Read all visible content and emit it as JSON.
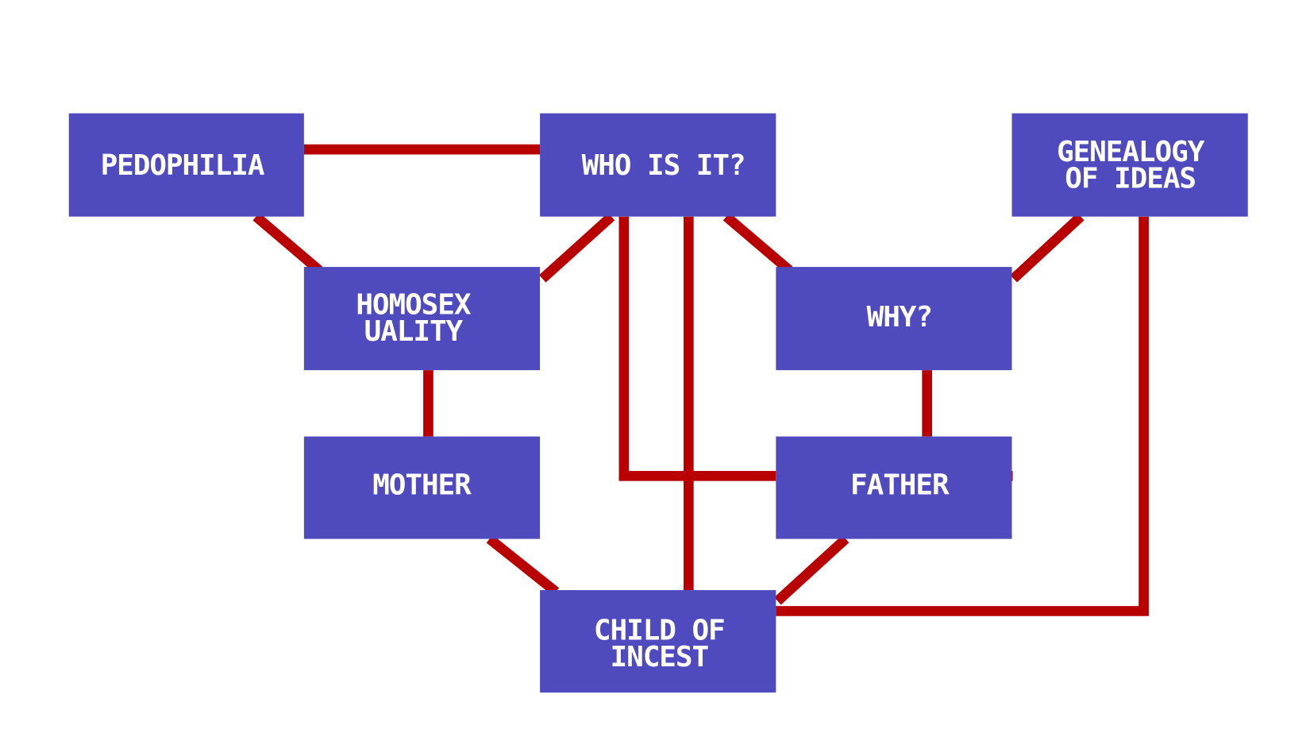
{
  "diagram": {
    "nodes": {
      "pedophilia": {
        "lines": [
          "PEDOPHILIA"
        ]
      },
      "who": {
        "lines": [
          "WHO IS IT?"
        ]
      },
      "genealogy": {
        "lines": [
          "GENEALOGY",
          "OF IDEAS"
        ]
      },
      "homosexuality": {
        "lines": [
          "HOMOSEX",
          "UALITY"
        ]
      },
      "why": {
        "lines": [
          "WHY?"
        ]
      },
      "mother": {
        "lines": [
          "MOTHER"
        ]
      },
      "father": {
        "lines": [
          "FATHER"
        ]
      },
      "child": {
        "lines": [
          "CHILD OF",
          "INCEST"
        ]
      }
    },
    "edges": [
      [
        "pedophilia",
        "who"
      ],
      [
        "pedophilia",
        "homosexuality"
      ],
      [
        "who",
        "homosexuality"
      ],
      [
        "who",
        "father"
      ],
      [
        "who",
        "child"
      ],
      [
        "who",
        "why"
      ],
      [
        "genealogy",
        "why"
      ],
      [
        "genealogy",
        "child"
      ],
      [
        "homosexuality",
        "mother"
      ],
      [
        "why",
        "father"
      ],
      [
        "mother",
        "child"
      ],
      [
        "father",
        "child"
      ]
    ],
    "colors": {
      "box": "#4f4bbf",
      "edge": "#b80000",
      "text": "#ffffff"
    }
  }
}
